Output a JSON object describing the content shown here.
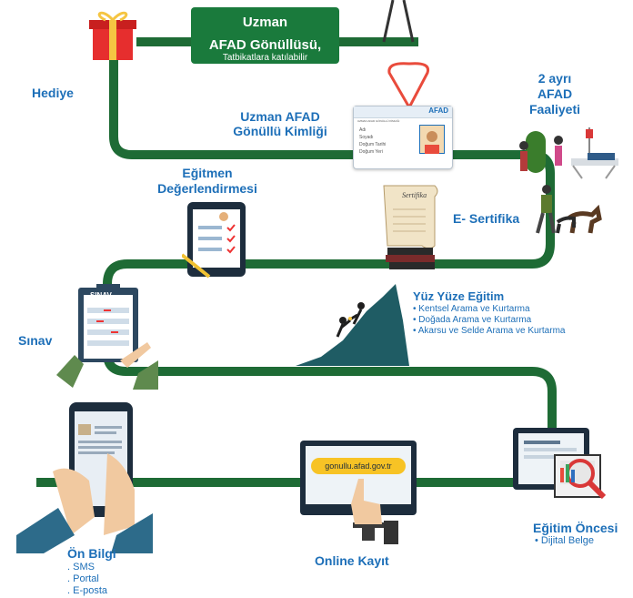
{
  "banner": {
    "line1": "Uzman",
    "line2": "AFAD Gönüllüsü,",
    "line3": "Tatbikatlara katılabilir"
  },
  "steps": {
    "hediye": "Hediye",
    "kimlik": {
      "line1": "Uzman AFAD",
      "line2": "Gönüllü Kimliği"
    },
    "faaliyet": {
      "line1": "2 ayrı",
      "line2": "AFAD",
      "line3": "Faaliyeti"
    },
    "egitmen": {
      "line1": "Eğitmen",
      "line2": "Değerlendirmesi"
    },
    "sertifika": "E- Sertifika",
    "sinav": "Sınav",
    "yuzyuze": {
      "title": "Yüz Yüze Eğitim",
      "items": [
        "• Kentsel Arama ve Kurtarma",
        "• Doğada Arama ve Kurtarma",
        "• Akarsu ve Selde Arama ve Kurtarma"
      ]
    },
    "onbilgi": {
      "title": "Ön Bilgi",
      "items": [
        ". SMS",
        ". Portal",
        ". E-posta"
      ]
    },
    "kayit": "Online Kayıt",
    "oncesi": {
      "title": "Eğitim Öncesi",
      "items": [
        "• Dijital Belge"
      ]
    }
  },
  "card": {
    "brand": "AFAD",
    "header": "UZMAN AFAD GÖNÜLLÜ KİMLİĞİ",
    "fields": [
      "Adı",
      "Soyadı",
      "Doğum Tarihi",
      "Doğum Yeri"
    ]
  },
  "scroll_text": "Sertifika",
  "clipboard_title": "SINAV",
  "url": "gonullu.afad.gov.tr",
  "colors": {
    "path": "#1e6b35",
    "label": "#1d6fb8",
    "banner": "#1a7a3c"
  }
}
